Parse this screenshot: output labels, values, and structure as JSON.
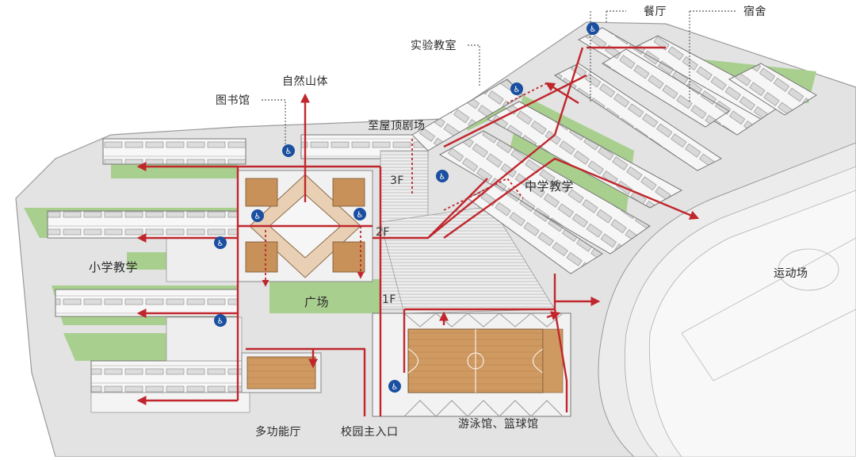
{
  "labels": {
    "canteen": "餐厅",
    "dormitory": "宿舍",
    "lab": "实验教室",
    "nature_hill": "自然山体",
    "library": "图书馆",
    "roof_theater": "至屋顶剧场",
    "floor_3f": "3F",
    "floor_2f": "2F",
    "floor_1f": "1F",
    "middle_school": "中学教学",
    "primary_school": "小学教学",
    "plaza": "广场",
    "sports_field": "运动场",
    "multi_hall": "多功能厅",
    "main_entrance": "校园主入口",
    "pool_gym": "游泳馆、篮球馆"
  },
  "colors": {
    "route": "#c0272d",
    "green": "#a9cf8f",
    "site": "#e2e2e2",
    "building": "#f4f4f4",
    "wood": "#c8915a",
    "accessibility": "#1b4fa0"
  },
  "icons": [
    "accessibility-icon"
  ]
}
